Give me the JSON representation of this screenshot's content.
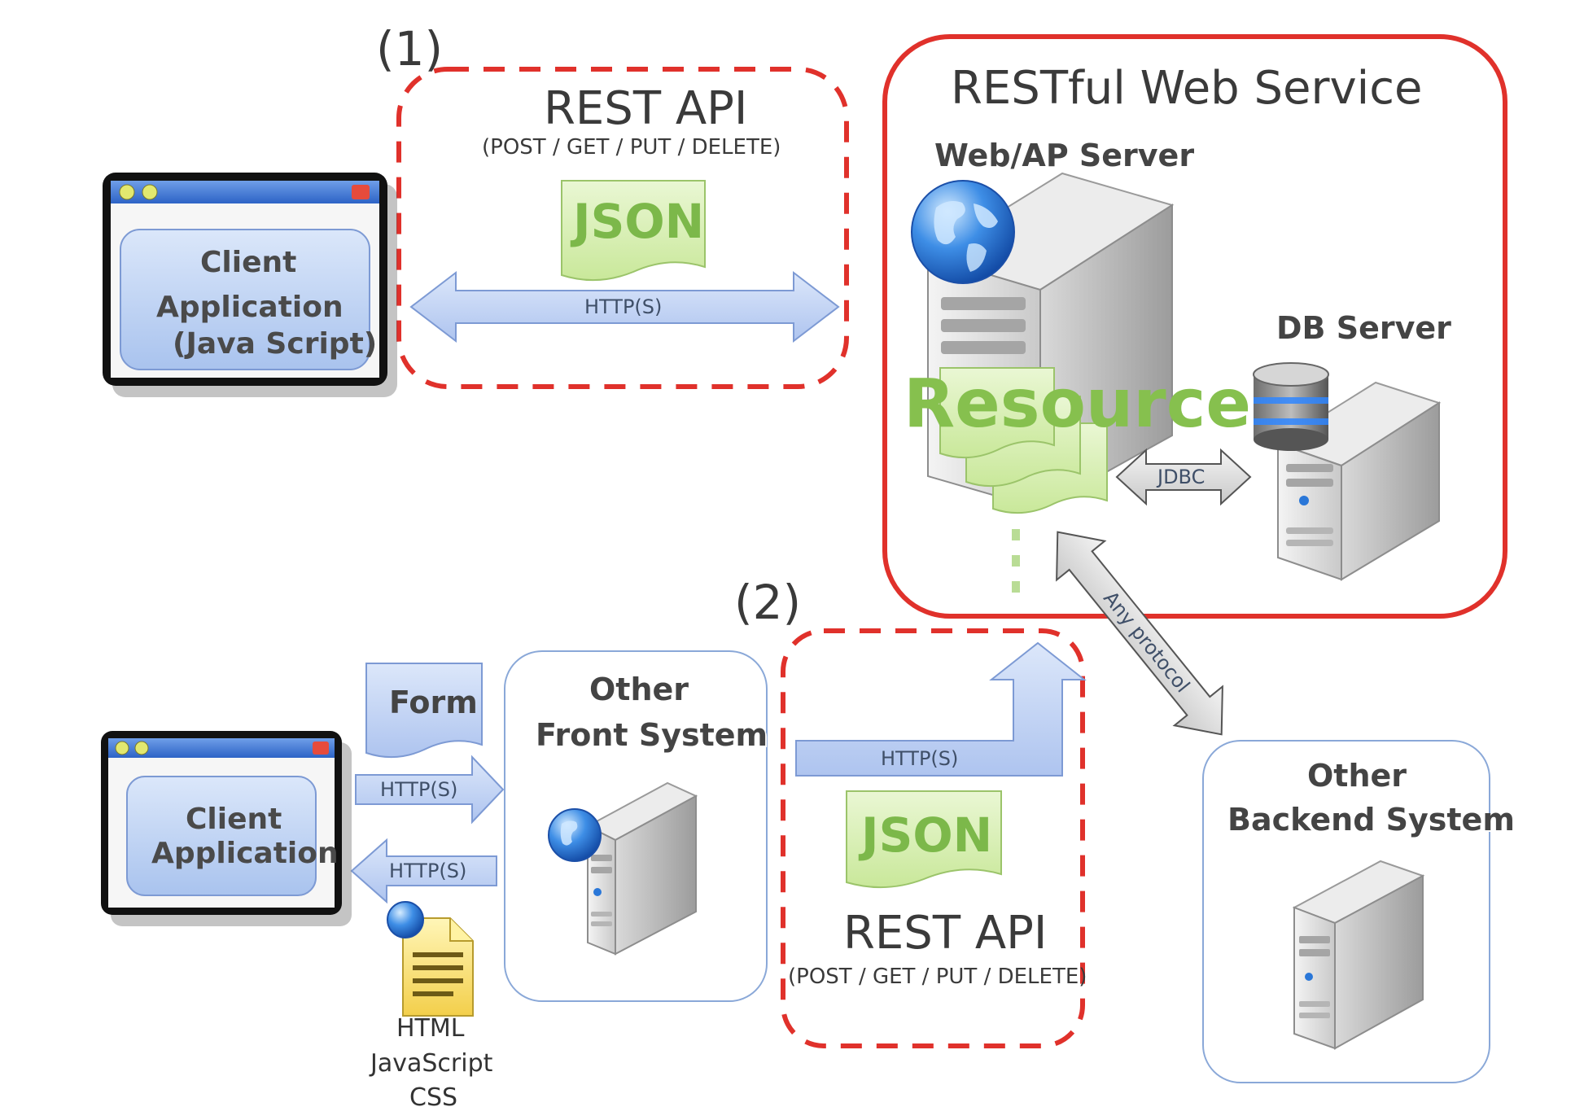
{
  "main": {
    "title": "RESTful Web Service",
    "web_ap_server_label": "Web/AP Server",
    "db_server_label": "DB Server",
    "resource_label": "Resource",
    "jdbc_label": "JDBC",
    "any_protocol_label": "Any protocol"
  },
  "section1": {
    "number": "(1)",
    "rest_api_title": "REST API",
    "methods": "(POST / GET / PUT / DELETE)",
    "json_label": "JSON",
    "http_label": "HTTP(S)",
    "client_line1": "Client",
    "client_line2": "Application",
    "client_line3": "(Java Script)"
  },
  "section2": {
    "number": "(2)",
    "rest_api_title": "REST API",
    "methods": "(POST / GET / PUT / DELETE)",
    "json_label": "JSON",
    "http_label": "HTTP(S)",
    "client_line1": "Client",
    "client_line2": "Application",
    "form_label": "Form",
    "http_request_label": "HTTP(S)",
    "http_response_label": "HTTP(S)",
    "front_line1": "Other",
    "front_line2": "Front System",
    "backend_line1": "Other",
    "backend_line2": "Backend System",
    "file_types": [
      "HTML",
      "JavaScript",
      "CSS"
    ]
  },
  "colors": {
    "service_border": "#e0312b",
    "dashed_border": "#e0312b",
    "arrow_fill": "#bcd0f0",
    "arrow_stroke": "#7d9ad4",
    "json_fill": "#d7efb0",
    "client_fill": "#b7cdf0"
  }
}
